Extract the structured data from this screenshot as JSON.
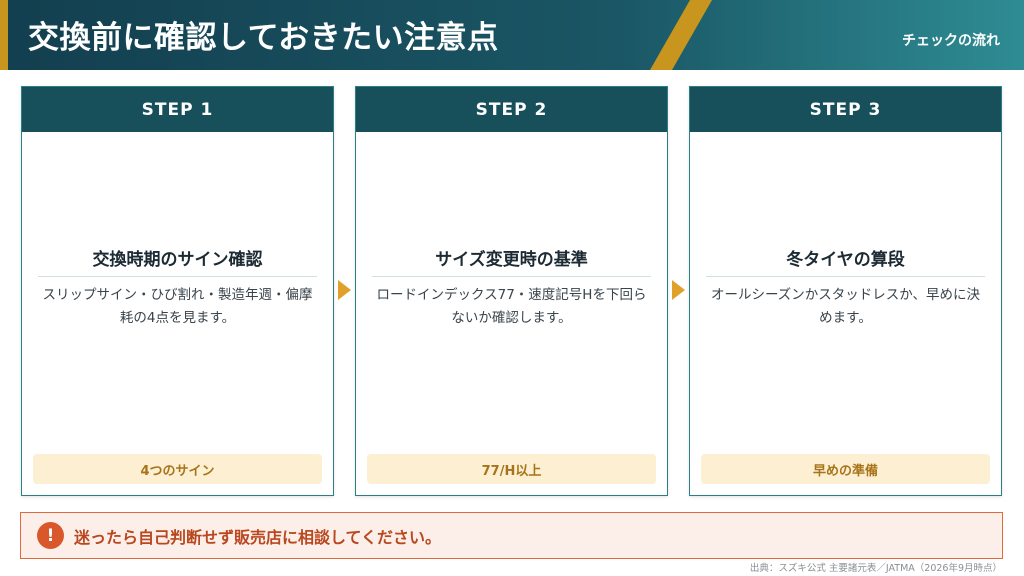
{
  "header": {
    "title": "交換前に確認しておきたい注意点",
    "subtitle": "チェックの流れ"
  },
  "steps": [
    {
      "label": "STEP 1",
      "title": "交換時期のサイン確認",
      "description": "スリップサイン・ひび割れ・製造年週・偏摩耗の4点を見ます。",
      "badge": "4つのサイン"
    },
    {
      "label": "STEP 2",
      "title": "サイズ変更時の基準",
      "description": "ロードインデックス77・速度記号Hを下回らないか確認します。",
      "badge": "77/H以上"
    },
    {
      "label": "STEP 3",
      "title": "冬タイヤの算段",
      "description": "オールシーズンかスタッドレスか、早めに決めます。",
      "badge": "早めの準備"
    }
  ],
  "notice": {
    "icon": "!",
    "text": "迷ったら自己判断せず販売店に相談してください。"
  },
  "source": "出典：スズキ公式 主要諸元表／JATMA（2026年9月時点）",
  "colors": {
    "header_dark": "#16495a",
    "header_light": "#2b8a92",
    "gold": "#c8951e",
    "card_head": "#17505a",
    "card_border": "#2d7f86",
    "badge_bg": "#fcefd2",
    "badge_text": "#a8741a",
    "notice_bg": "#fcefe9",
    "notice_border": "#e06a3c",
    "notice_text": "#b9471f"
  }
}
